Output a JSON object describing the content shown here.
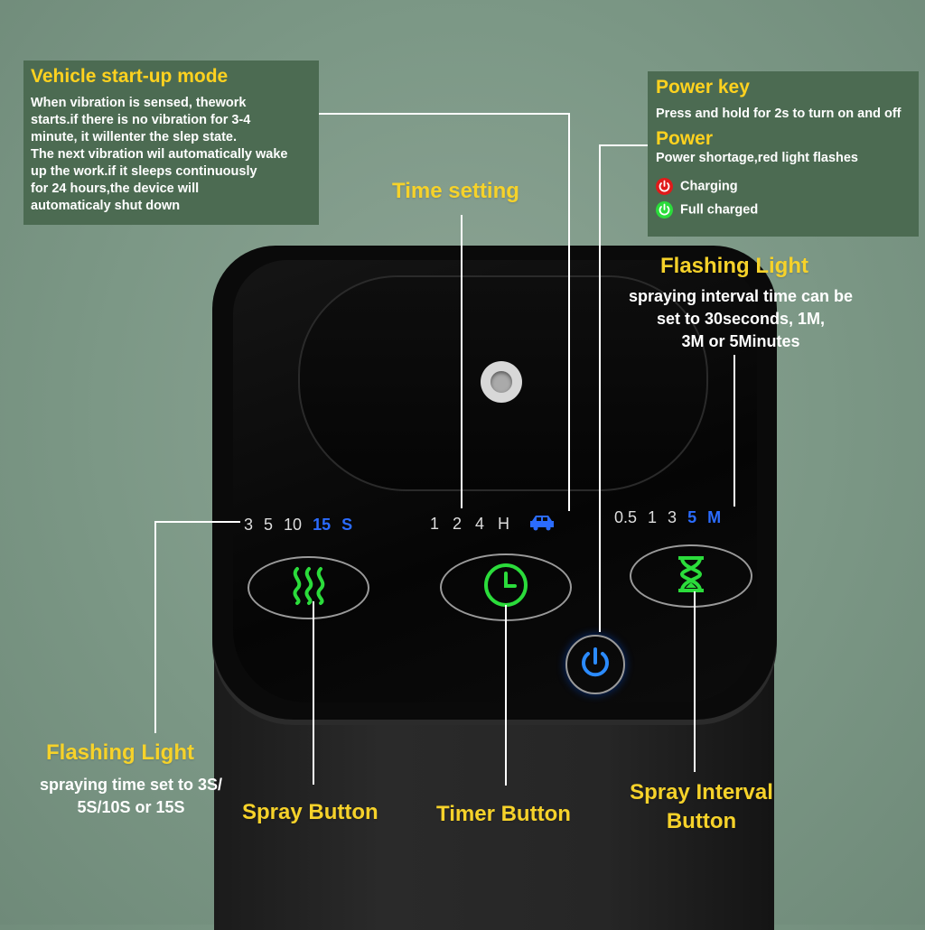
{
  "vehicle_box": {
    "title": "Vehicle start-up mode",
    "lines": [
      "When vibration is sensed, thework",
      "starts.if there is no vibration for 3-4",
      "minute, it willenter the slep state.",
      "The next vibration wil automatically wake",
      "up the work.if it sleeps continuously",
      "for 24 hours,the device will",
      "automaticaly shut down"
    ]
  },
  "power_box": {
    "title1": "Power key",
    "text1": "Press and hold for 2s to turn on and off",
    "title2": "Power",
    "text2": "Power shortage,red light flashes",
    "charging": "Charging",
    "full": "Full charged"
  },
  "labels": {
    "time_setting": "Time setting",
    "flashing_light_right_title": "Flashing Light",
    "flashing_light_right_lines": [
      "spraying interval time can be",
      "set to 30seconds, 1M,",
      "3M or 5Minutes"
    ],
    "flashing_light_left_title": "Flashing Light",
    "flashing_light_left_lines": [
      "spraying time set to 3S/",
      "5S/10S or 15S"
    ],
    "spray_button": "Spray Button",
    "timer_button": "Timer Button",
    "spray_interval_button_1": "Spray Interval",
    "spray_interval_button_2": "Button"
  },
  "scales": {
    "spray": [
      "3",
      "5",
      "10",
      "15",
      "S"
    ],
    "timer": [
      "1",
      "2",
      "4",
      "H"
    ],
    "interval": [
      "0.5",
      "1",
      "3",
      "5",
      "M"
    ]
  },
  "colors": {
    "accent_yellow": "#f6d22a",
    "panel_green": "#4c6b52",
    "led_blue": "#2b6cff",
    "led_green": "#2bdc3b",
    "led_red": "#e01b1b"
  },
  "icons": {
    "spray": "spray-wave-icon",
    "timer": "clock-icon",
    "interval": "hourglass-icon",
    "power": "power-icon",
    "car": "car-icon"
  }
}
